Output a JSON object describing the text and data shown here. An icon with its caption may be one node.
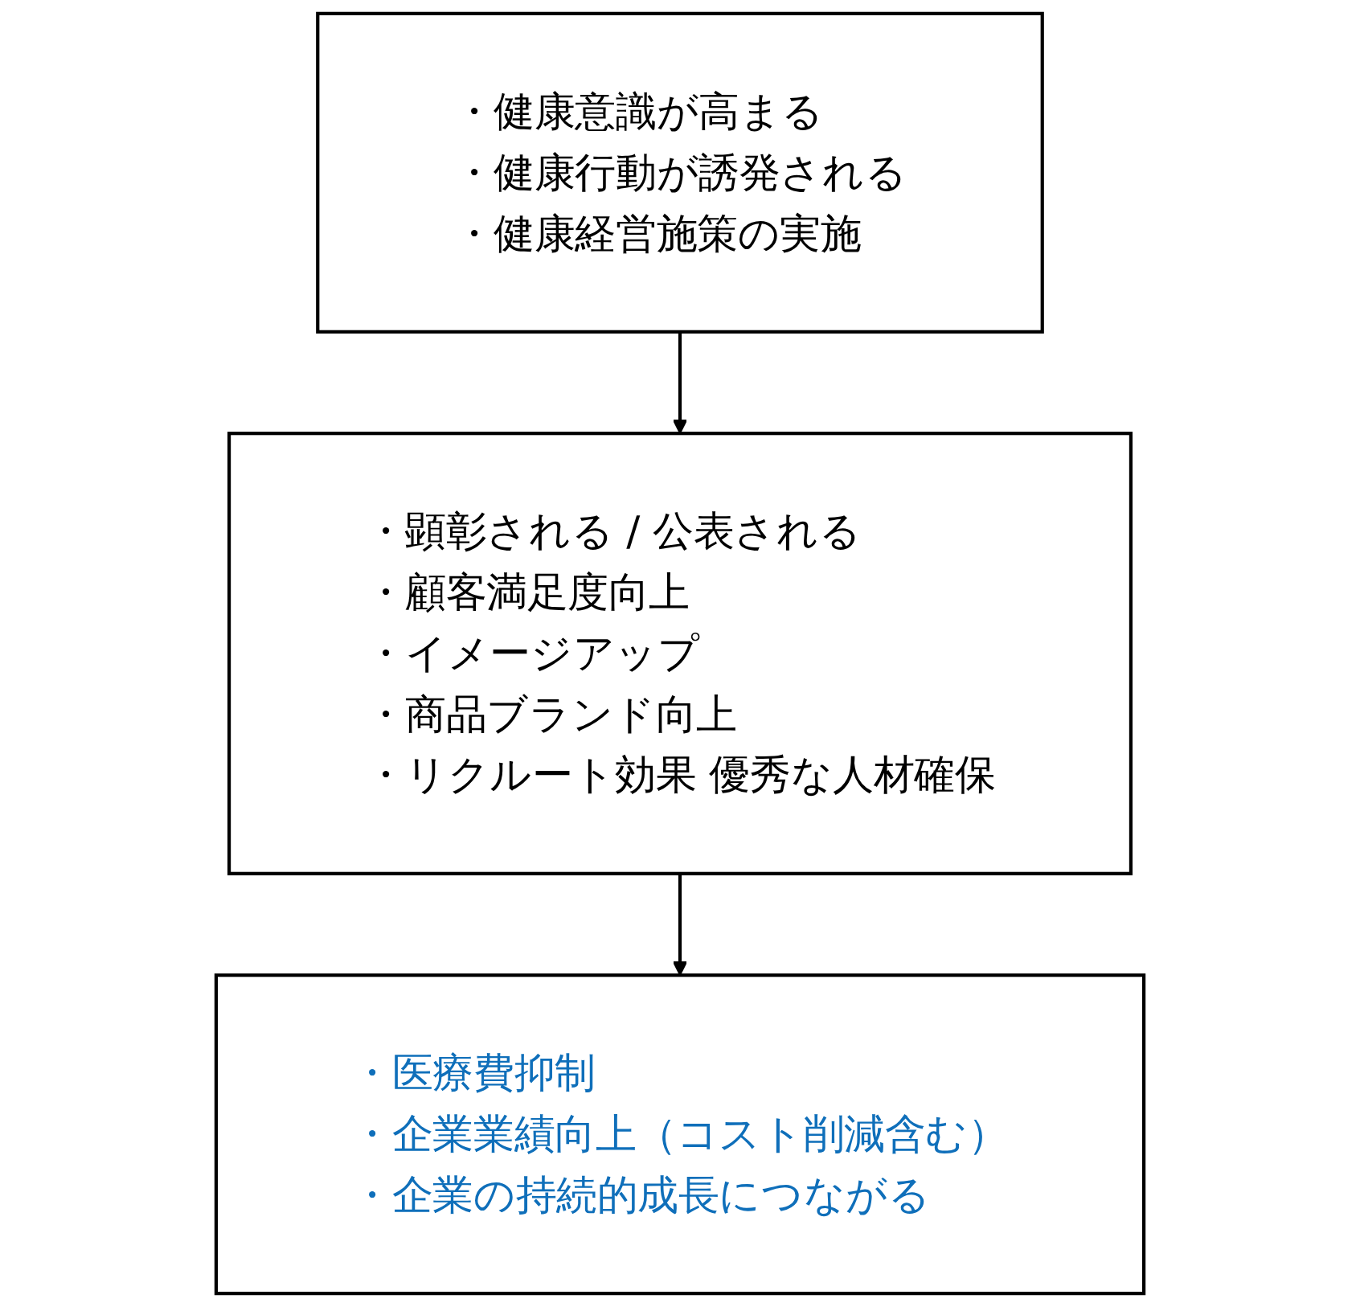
{
  "diagram": {
    "nodes": [
      {
        "text": [
          "・健康意識が高まる",
          "・健康行動が誘発される",
          "・健康経営施策の実施"
        ]
      },
      {
        "text": [
          "・顕彰される / 公表される",
          "・顧客満足度向上",
          "・イメージアップ",
          "・商品ブランド向上",
          "・リクルート効果 優秀な人材確保"
        ]
      },
      {
        "text": [
          "・医療費抑制",
          "・企業業績向上（コスト削減含む）",
          "・企業の持続的成長につながる"
        ]
      }
    ],
    "edges": [
      {
        "from": 0,
        "to": 1,
        "arrow": "to"
      },
      {
        "from": 1,
        "to": 2,
        "arrow": "to"
      }
    ]
  }
}
